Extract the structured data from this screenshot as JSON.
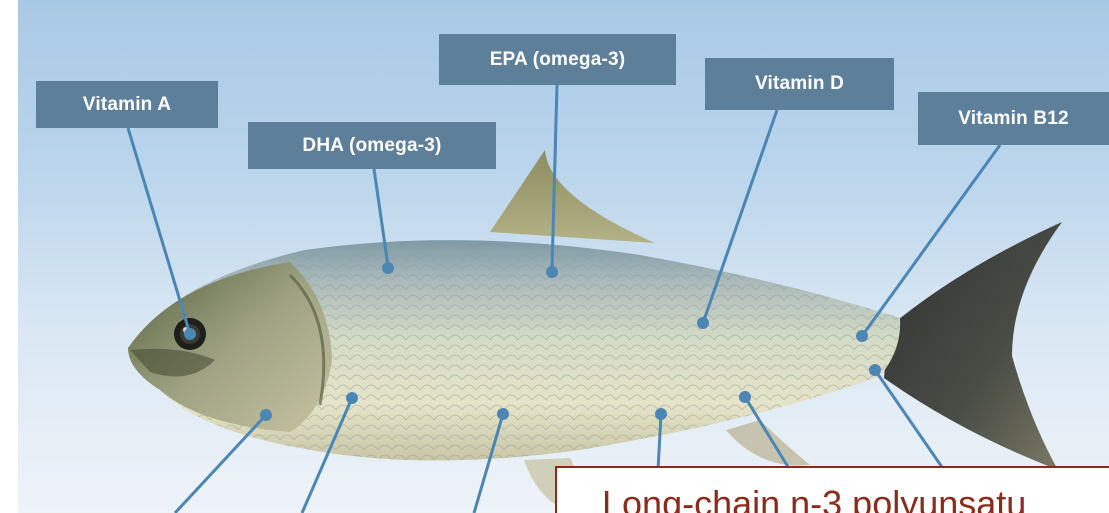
{
  "labels": {
    "vitamin_a": "Vitamin A",
    "dha": "DHA (omega-3)",
    "epa": "EPA (omega-3)",
    "vitamin_d": "Vitamin D",
    "vitamin_b12": "Vitamin  B12"
  },
  "callout": {
    "text": "Long-chain n-3 polyunsatu"
  },
  "colors": {
    "label_bg": "#5e7f99",
    "label_text": "#ffffff",
    "callout_border": "#8b2a1c",
    "callout_text": "#8b2a1c",
    "pointer_line": "#4b86b4"
  },
  "icons": {
    "fish": "herring-fish-illustration"
  }
}
